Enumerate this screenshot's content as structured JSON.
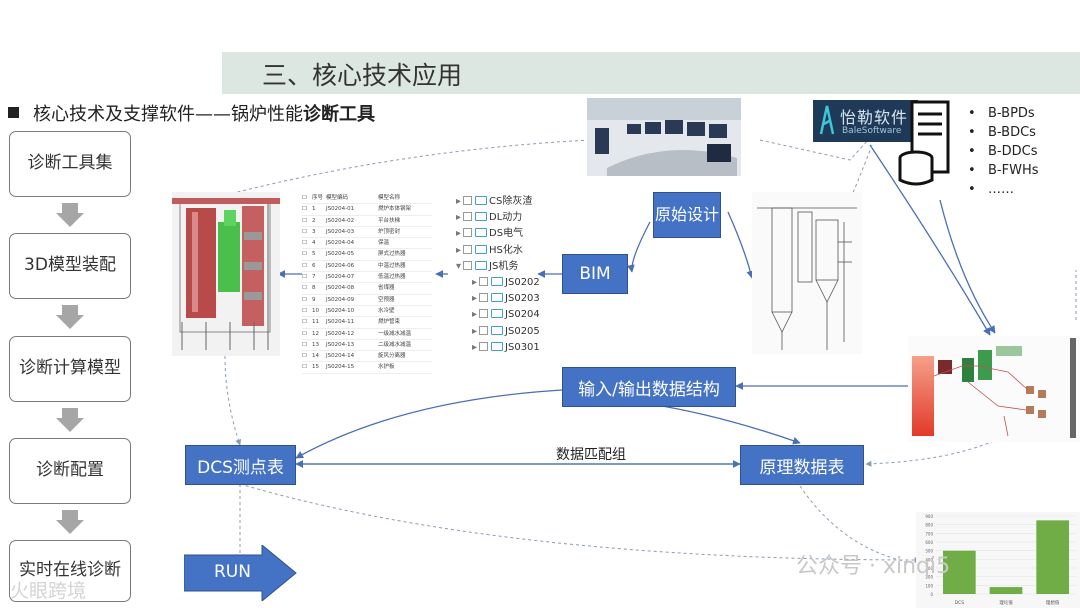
{
  "header": {
    "title": "三、核心技术应用",
    "subtitle_prefix": "核心技术及支撑软件——锅炉性能",
    "subtitle_bold": "诊断工具"
  },
  "steps": [
    "诊断工具集",
    "3D模型装配",
    "诊断计算模型",
    "诊断配置",
    "实时在线诊断"
  ],
  "nodes": {
    "origin": "原始设计",
    "bim": "BIM",
    "io": "输入/输出数据结构",
    "dcs": "DCS测点表",
    "principle": "原理数据表",
    "run": "RUN",
    "match_label": "数据匹配组"
  },
  "tree": [
    {
      "label": "CS除灰渣",
      "level": 0,
      "expander": "▸"
    },
    {
      "label": "DL动力",
      "level": 0,
      "expander": "▸"
    },
    {
      "label": "DS电气",
      "level": 0,
      "expander": "▸"
    },
    {
      "label": "HS化水",
      "level": 0,
      "expander": "▸"
    },
    {
      "label": "JS机务",
      "level": 0,
      "expander": "▾"
    },
    {
      "label": "JS0202",
      "level": 1,
      "expander": "▸"
    },
    {
      "label": "JS0203",
      "level": 1,
      "expander": "▸"
    },
    {
      "label": "JS0204",
      "level": 1,
      "expander": "▸"
    },
    {
      "label": "JS0205",
      "level": 1,
      "expander": "▸"
    },
    {
      "label": "JS0301",
      "level": 1,
      "expander": "▸"
    }
  ],
  "table": {
    "headers": [
      "序号",
      "模型编码",
      "模型名称"
    ],
    "rows": [
      [
        "1",
        "JS0204-01",
        "燃炉本体钢架"
      ],
      [
        "2",
        "JS0204-02",
        "平台扶梯"
      ],
      [
        "3",
        "JS0204-03",
        "炉顶密封"
      ],
      [
        "4",
        "JS0204-04",
        "保温"
      ],
      [
        "5",
        "JS0204-05",
        "屏式过热器"
      ],
      [
        "6",
        "JS0204-06",
        "中温过热器"
      ],
      [
        "7",
        "JS0204-07",
        "低温过热器"
      ],
      [
        "8",
        "JS0204-08",
        "省煤器"
      ],
      [
        "9",
        "JS0204-09",
        "空预器"
      ],
      [
        "10",
        "JS0204-10",
        "水冷壁"
      ],
      [
        "11",
        "JS0204-11",
        "燃炉管束"
      ],
      [
        "12",
        "JS0204-12",
        "一级减水减温"
      ],
      [
        "13",
        "JS0204-13",
        "二级减水减温"
      ],
      [
        "14",
        "JS0204-14",
        "旋风分离器"
      ],
      [
        "15",
        "JS0204-15",
        "水护板"
      ]
    ]
  },
  "logo": {
    "cn": "怡勒软件",
    "en": "BaleSoftware"
  },
  "bullets": [
    "B-BPDs",
    "B-BDCs",
    "B-DDCs",
    "B-FWHs",
    "……"
  ],
  "bar_chart": {
    "categories": [
      "DCS",
      "理论值",
      "理想值"
    ],
    "values": [
      500,
      80,
      850
    ],
    "ylim": [
      0,
      900
    ],
    "ticks": [
      "900",
      "800",
      "700",
      "600",
      "500",
      "400",
      "300",
      "200",
      "100",
      "0"
    ],
    "color": "#70ad47"
  },
  "watermarks": {
    "wechat": "公众号 · xinqi5",
    "bottom": "火眼跨境"
  }
}
